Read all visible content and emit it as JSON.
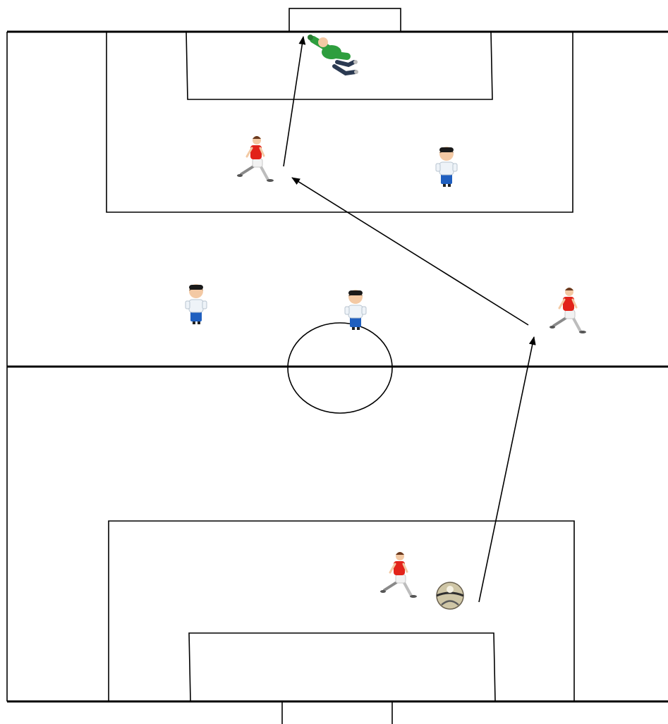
{
  "diagram": {
    "type": "soccer-drill",
    "orientation": "vertical",
    "background": "#ffffff",
    "line_color": "#000000",
    "colors": {
      "attacker_shirt": "#e2231a",
      "attacker_shorts": "#f2f2f2",
      "defender_shirt": "#eef3f8",
      "defender_shorts": "#1f5fbf",
      "goalkeeper_kit": "#2e9e3e",
      "ball": "#cfc6a6",
      "skin": "#f3c9a4",
      "hair_dark": "#1a1a1a"
    },
    "pieces": [
      {
        "role": "goalkeeper",
        "icon": "diving-goalkeeper-icon",
        "team": "defending"
      },
      {
        "role": "attacker",
        "icon": "red-kit-player-icon",
        "team": "attacking",
        "area": "top-penalty-box"
      },
      {
        "role": "defender",
        "icon": "blue-shorts-player-icon",
        "team": "defending",
        "area": "top-penalty-box"
      },
      {
        "role": "defender",
        "icon": "blue-shorts-player-icon",
        "team": "defending",
        "area": "midfield-left"
      },
      {
        "role": "defender",
        "icon": "blue-shorts-player-icon",
        "team": "defending",
        "area": "midfield-center"
      },
      {
        "role": "attacker",
        "icon": "red-kit-player-icon",
        "team": "attacking",
        "area": "midfield-right"
      },
      {
        "role": "attacker",
        "icon": "red-kit-player-icon",
        "team": "attacking",
        "area": "bottom-penalty-box"
      },
      {
        "role": "ball",
        "icon": "soccer-ball-icon",
        "area": "bottom-penalty-box"
      }
    ],
    "arrows": [
      {
        "from": "ball-bottom-box",
        "to": "attacker-midfield-right",
        "kind": "pass"
      },
      {
        "from": "attacker-midfield-right",
        "to": "attacker-top-box",
        "kind": "pass"
      },
      {
        "from": "attacker-top-box",
        "to": "goal",
        "kind": "shot"
      }
    ]
  }
}
